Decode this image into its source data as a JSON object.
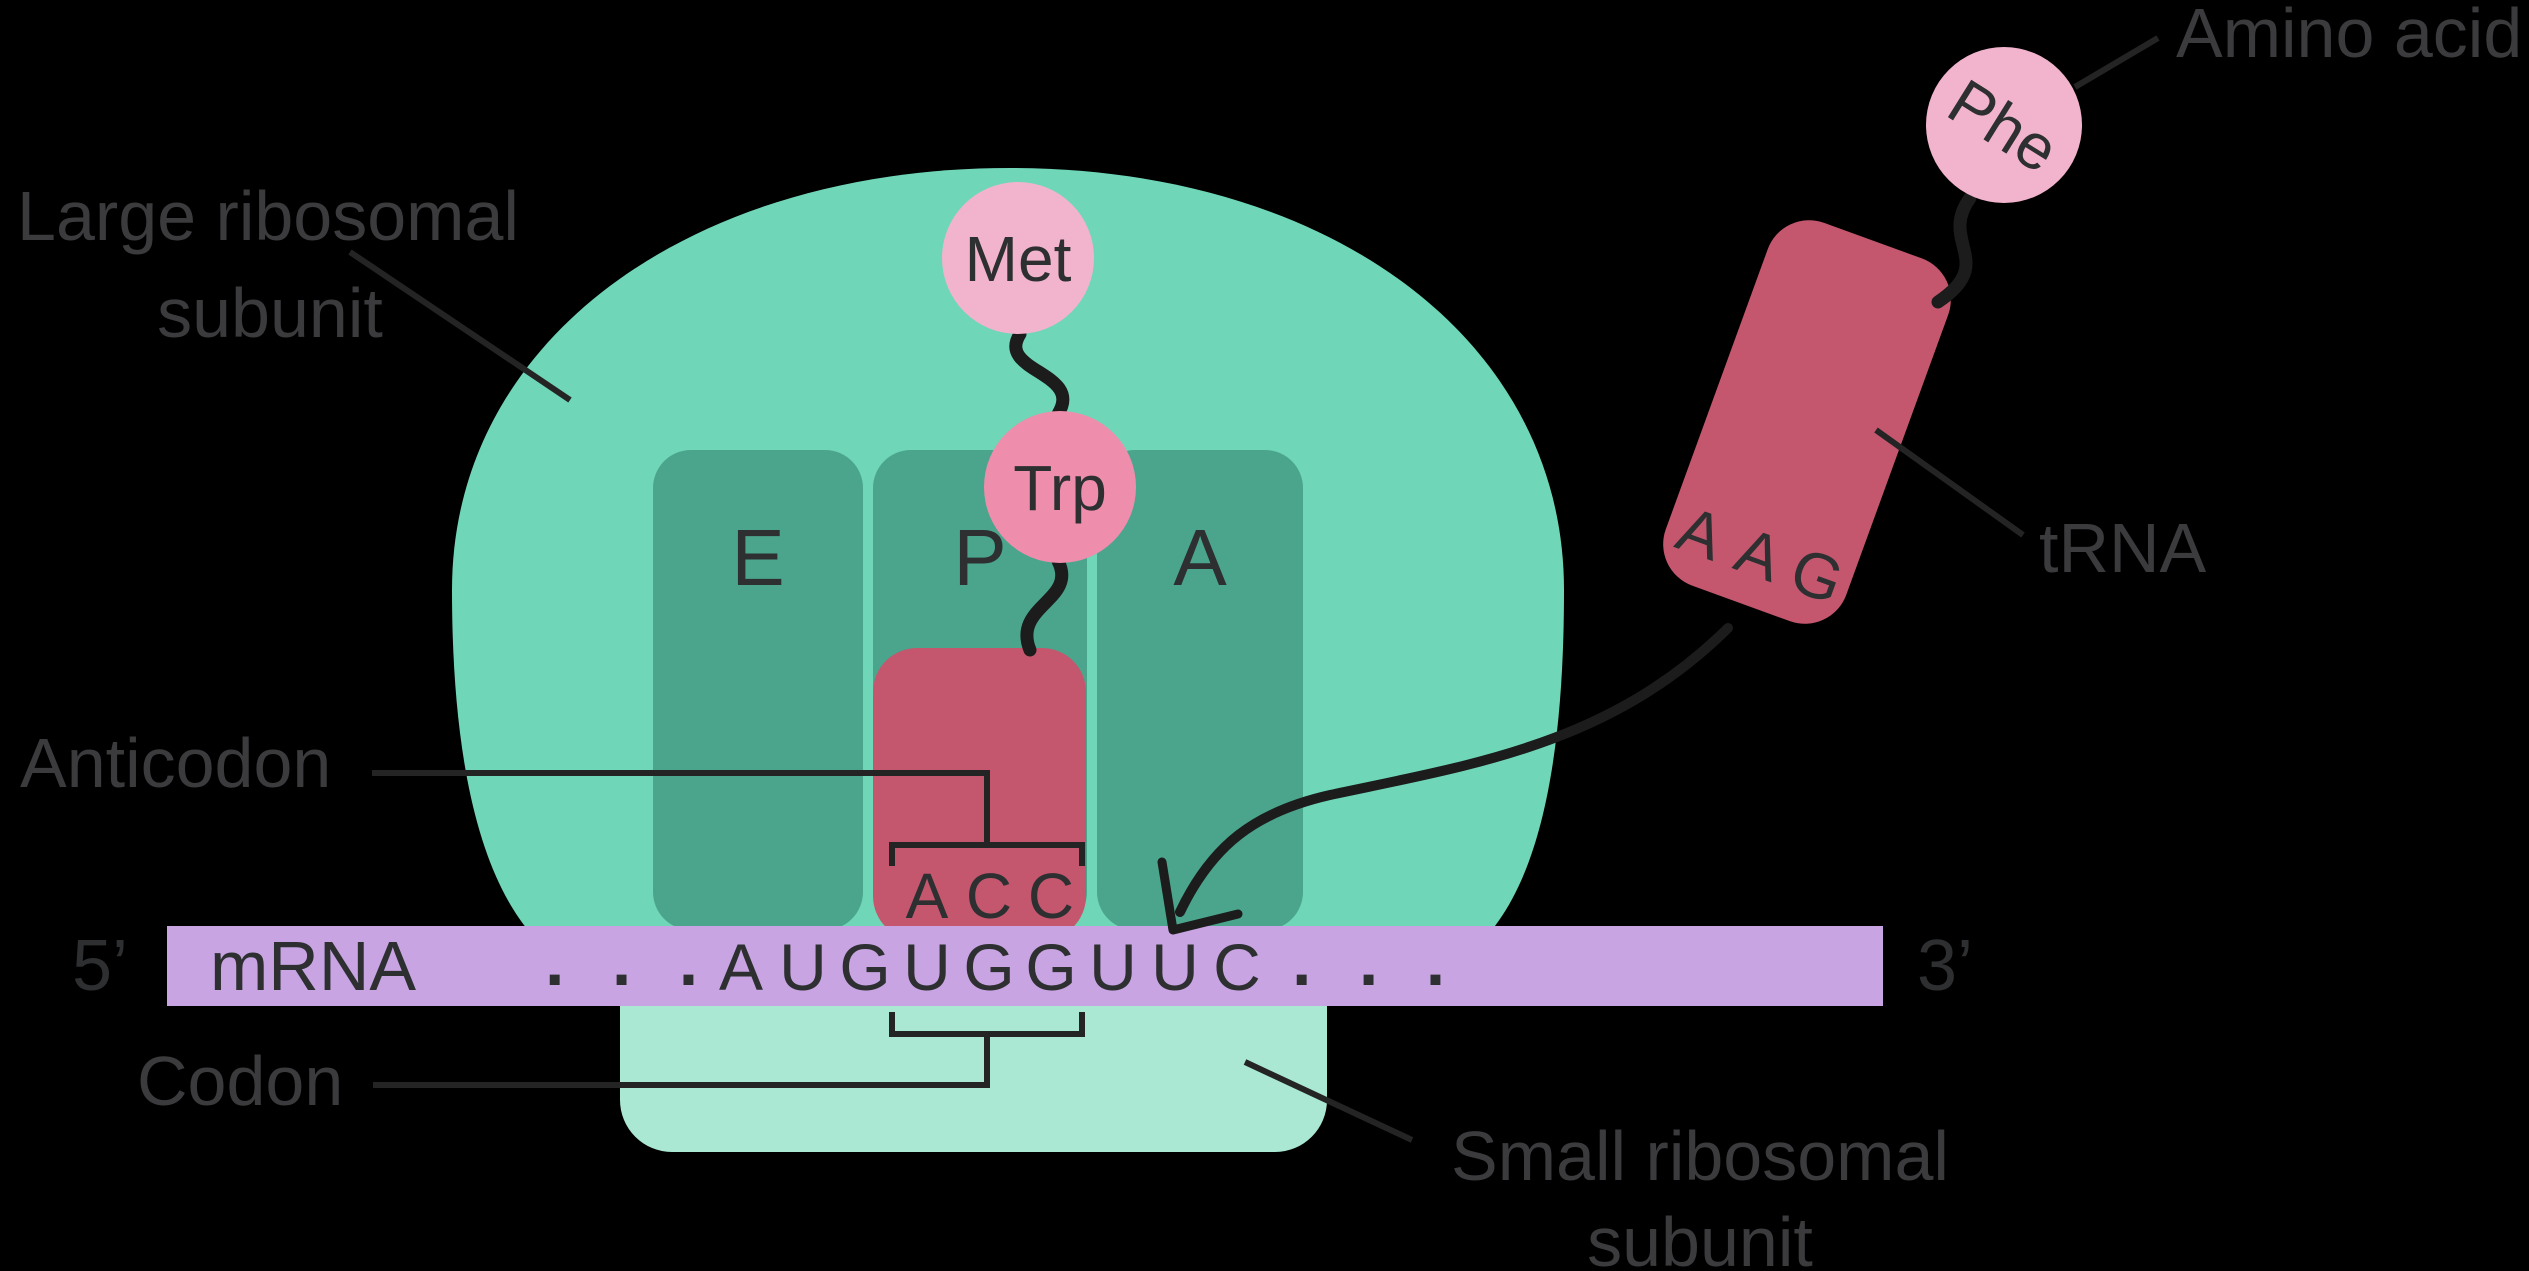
{
  "colors": {
    "background": "#000000",
    "large_subunit": "#6fd6b7",
    "small_subunit": "#aae8d4",
    "site_column": "#4aa58c",
    "trna_rose": "#c4576e",
    "amino_pink_light": "#f2b4cd",
    "amino_pink_dark": "#ee8eac",
    "mrna_purple": "#c8a4e2",
    "label_gray": "#3b3b3e",
    "line_dark": "#242424"
  },
  "labels": {
    "large_subunit_line1": "Large ribosomal",
    "large_subunit_line2": "subunit",
    "small_subunit_line1": "Small ribosomal",
    "small_subunit_line2": "subunit",
    "amino_acid": "Amino acid",
    "trna": "tRNA",
    "anticodon": "Anticodon",
    "codon": "Codon",
    "mrna": "mRNA",
    "five_prime": "5’",
    "three_prime": "3’"
  },
  "sites": {
    "e": "E",
    "p": "P",
    "a": "A"
  },
  "amino_acids": {
    "met": "Met",
    "trp": "Trp",
    "phe": "Phe"
  },
  "p_trna_anticodon": [
    "A",
    "C",
    "C"
  ],
  "incoming_trna_anticodon": [
    "A",
    "A",
    "G"
  ],
  "mrna_sequence": {
    "leading_dots": ". . .",
    "codons": [
      "A",
      "U",
      "G",
      "U",
      "G",
      "G",
      "U",
      "U",
      "C"
    ],
    "trailing_dots": ". . ."
  }
}
